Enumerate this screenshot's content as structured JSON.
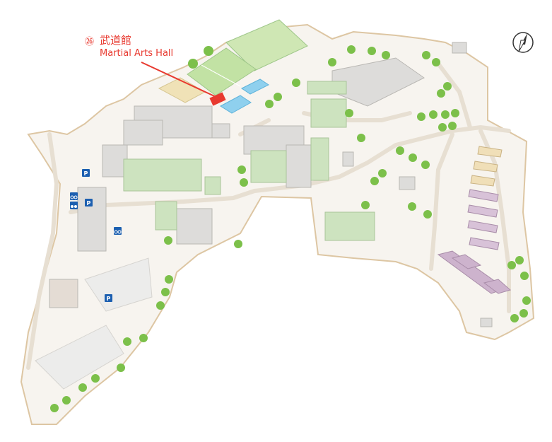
{
  "callout": {
    "number": "㉖",
    "name_ja": "武道館",
    "name_en": "Martial Arts Hall"
  },
  "legend_icons": {
    "parking": "P",
    "bicycle": "bicycle-icon",
    "motorbike": "motorbike-icon"
  },
  "colors": {
    "highlight": "#e8392f",
    "field": "#cfe7b4",
    "pool": "#8fd0ee",
    "building": "#dddcda",
    "green_building": "#cde3bf",
    "residence": "#cdb3cd",
    "tree": "#7cc04a",
    "parking": "#1c5fb0",
    "outline": "#ddc6a3"
  }
}
